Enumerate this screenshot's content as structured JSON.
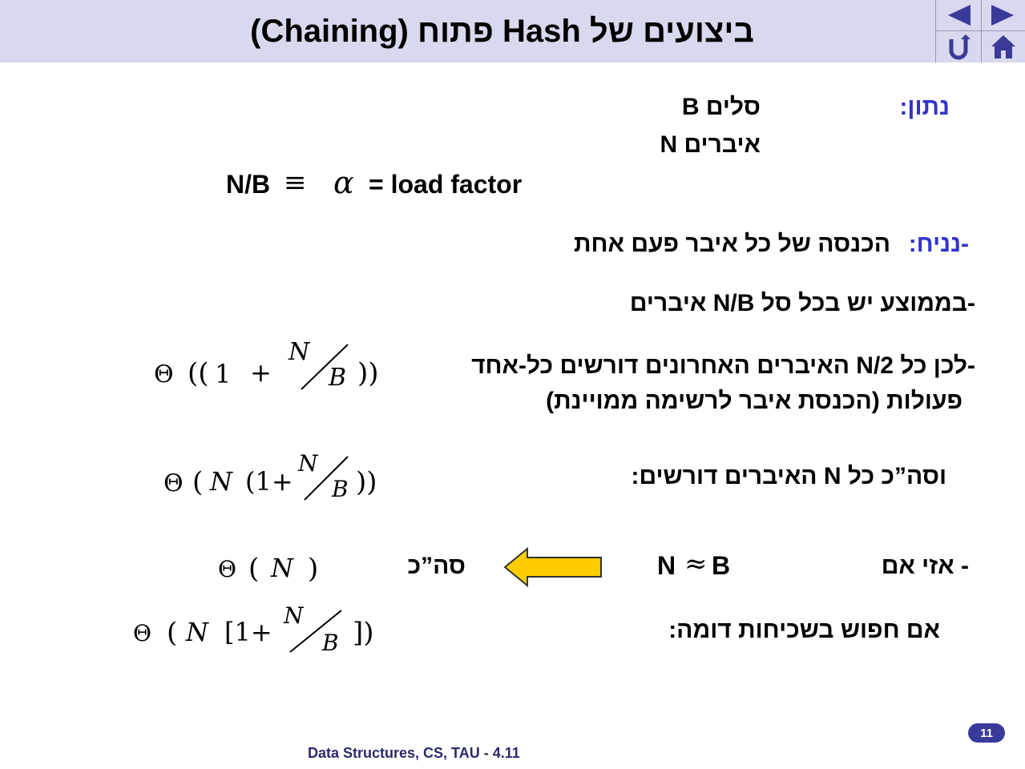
{
  "slide": {
    "title": "ביצועים של Hash פתוח (Chaining)",
    "given_label": "נתון:",
    "given_buckets": "B סלים",
    "given_items": "N איברים",
    "load_factor_left": "N/B",
    "load_factor_right": "= load factor",
    "assume_label": "-נניח:",
    "assume_text": "הכנסה של כל איבר פעם אחת",
    "avg_line": "-בממוצע יש בכל סל N/B איברים",
    "hence_line1": "-לכן כל N/2 האיברים האחרונים דורשים כל-אחד",
    "hence_line2": "פעולות (הכנסת איבר לרשימה ממויינת)",
    "total_line": "וסה”כ כל N האיברים דורשים:",
    "if_label": "-  אזי אם",
    "approx_n": "N",
    "approx_b": "B",
    "total_short": "סה”כ",
    "search_line": "אם חפוש בשכיחות דומה:",
    "footer": "Data Structures, CS, TAU - 4.11",
    "page_number": "11"
  },
  "formulas": {
    "f1": {
      "theta": "Θ",
      "open": "((",
      "one": "1",
      "plus": "+",
      "num": "N",
      "den": "B",
      "close": "))"
    },
    "f2": {
      "theta": "Θ",
      "open": "(",
      "n": "N",
      "open2": "(1+",
      "num": "N",
      "den": "B",
      "close": "))"
    },
    "f3": {
      "theta": "Θ",
      "open": "(",
      "n": "N",
      "close": ")"
    },
    "f4": {
      "theta": "Θ",
      "open": "(",
      "n": "N",
      "open2": "[1+",
      "num": "N",
      "den": "B",
      "close": "])"
    }
  },
  "symbols": {
    "equiv": "≡",
    "alpha": "α",
    "approx": "≈"
  },
  "nav": {
    "prev_icon": "triangle-left-icon",
    "next_icon": "triangle-right-icon",
    "return_icon": "return-arrow-icon",
    "home_icon": "home-icon"
  },
  "colors": {
    "title_bg": "#d8d8ee",
    "accent_blue": "#3333cc",
    "arrow_fill": "#ffcc00",
    "badge_bg": "#3a3a9a"
  }
}
